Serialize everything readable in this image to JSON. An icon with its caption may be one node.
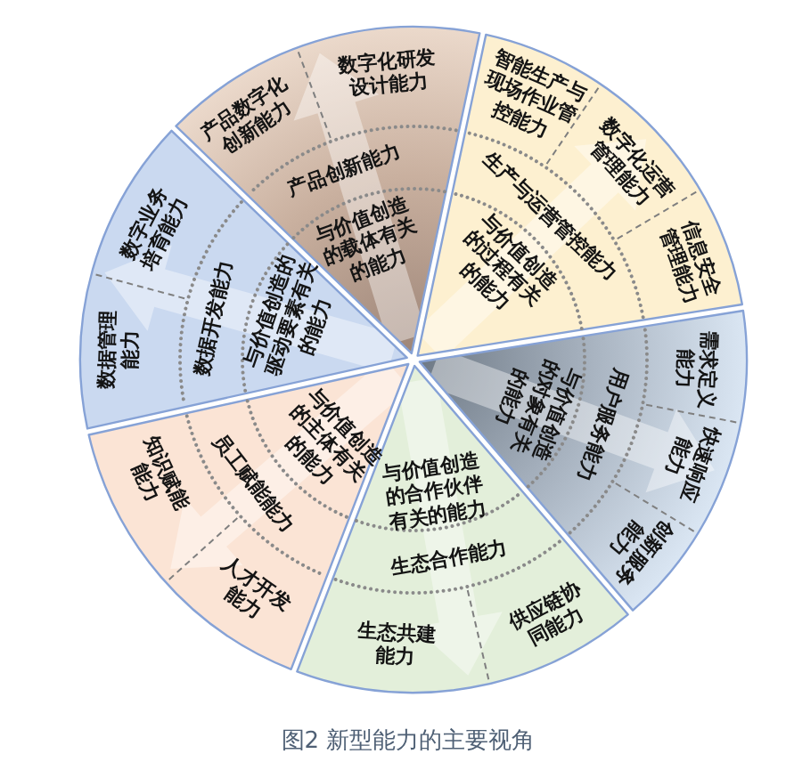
{
  "diagram": {
    "caption": "图2 新型能力的主要视角",
    "nodes": [
      {
        "text": [],
        "shape": "sector"
      },
      {
        "text": [
          "与价值创造的载体有关的能力"
        ],
        "in": 0
      },
      {
        "text": [
          "产品创新能力"
        ],
        "in": 0
      },
      {
        "text": [
          "产品数字化创新能力"
        ],
        "in": 0
      },
      {
        "text": [
          "数字化研发设计能力"
        ],
        "in": 0
      },
      {
        "text": [],
        "shape": "sector"
      },
      {
        "text": [
          "与价值创造的过程有关的能力"
        ],
        "in": 5
      },
      {
        "text": [
          "生产与运营管控能力"
        ],
        "in": 5
      },
      {
        "text": [
          "智能生产与现场作业管控能力"
        ],
        "in": 5
      },
      {
        "text": [
          "数字化运营管理能力"
        ],
        "in": 5
      },
      {
        "text": [
          "信息安全管理能力"
        ],
        "in": 5
      },
      {
        "text": [],
        "shape": "sector"
      },
      {
        "text": [
          "与价值创造的对象有关的能力"
        ],
        "in": 11
      },
      {
        "text": [
          "用户服务能力"
        ],
        "in": 11
      },
      {
        "text": [
          "需求定义能力"
        ],
        "in": 11
      },
      {
        "text": [
          "快速响应能力"
        ],
        "in": 11
      },
      {
        "text": [
          "创新服务能力"
        ],
        "in": 11
      },
      {
        "text": [],
        "shape": "sector"
      },
      {
        "text": [
          "与价值创造的合作伙伴有关的能力"
        ],
        "in": 17
      },
      {
        "text": [
          "生态合作能力"
        ],
        "in": 17
      },
      {
        "text": [
          "生态共建能力"
        ],
        "in": 17
      },
      {
        "text": [
          "供应链协同能力"
        ],
        "in": 17
      },
      {
        "text": [],
        "shape": "sector"
      },
      {
        "text": [
          "与价值创造的主体有关的能力"
        ],
        "in": 22
      },
      {
        "text": [
          "员工赋能能力"
        ],
        "in": 22
      },
      {
        "text": [
          "知识赋能能力"
        ],
        "in": 22
      },
      {
        "text": [
          "人才开发能力"
        ],
        "in": 22
      },
      {
        "text": [],
        "shape": "sector"
      },
      {
        "text": [
          "与价值创造的驱动要素有关的能力"
        ],
        "in": 27
      },
      {
        "text": [
          "数据开发能力"
        ],
        "in": 27
      },
      {
        "text": [
          "数字业务培育能力"
        ],
        "in": 27
      },
      {
        "text": [
          "数据管理能力"
        ],
        "in": 27
      }
    ]
  }
}
